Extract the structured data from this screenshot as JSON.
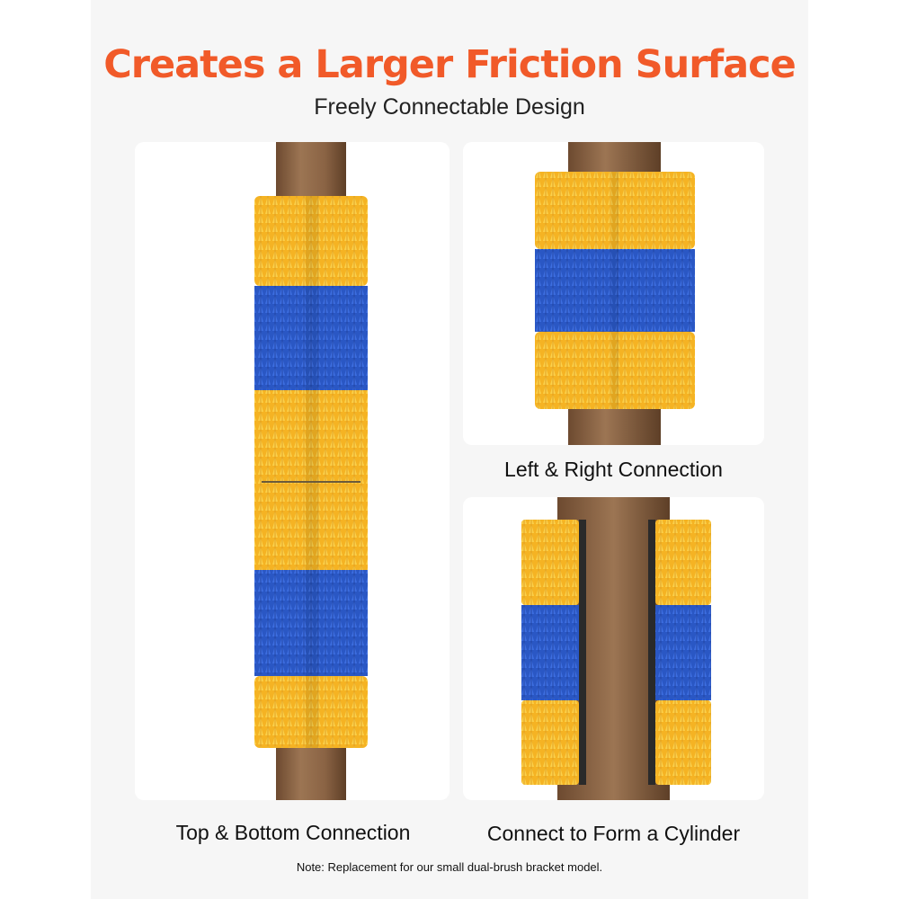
{
  "headline": "Creates a Larger Friction Surface",
  "subheadline": "Freely Connectable Design",
  "panels": [
    {
      "caption": "Top & Bottom Connection"
    },
    {
      "caption": "Left & Right Connection"
    },
    {
      "caption": "Connect to Form a Cylinder"
    }
  ],
  "note": "Note: Replacement for our small dual-brush bracket model.",
  "colors": {
    "accent": "#f15a29",
    "bristle_yellow": "#f5b323",
    "bristle_blue": "#2a57c4",
    "wood": "#8e6848",
    "card": "#ffffff",
    "page": "#f6f6f6"
  }
}
